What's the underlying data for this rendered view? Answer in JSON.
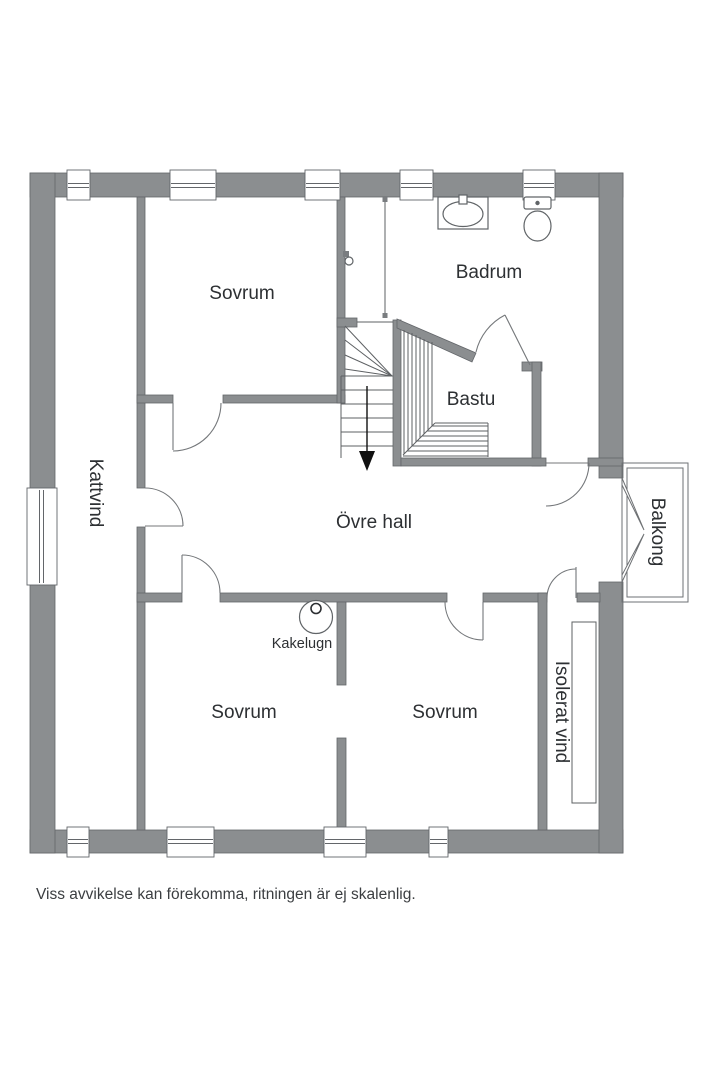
{
  "floor_plan": {
    "rooms": {
      "bedroom_top": "Sovrum",
      "bathroom": "Badrum",
      "sauna": "Bastu",
      "cat_attic": "Kattvind",
      "upper_hall": "Övre hall",
      "tiled_stove": "Kakelugn",
      "bedroom_bottom_left": "Sovrum",
      "bedroom_bottom_right": "Sovrum",
      "insulated_attic": "Isolerat vind",
      "balcony": "Balkong"
    },
    "disclaimer": "Viss avvikelse kan förekomma, ritningen är ej skalenlig.",
    "icons": {
      "sink": "sink-icon",
      "toilet": "toilet-icon",
      "stairs_direction": "down-arrow-icon",
      "tiled_stove": "stove-circle-icon"
    },
    "colors": {
      "wall": "#8b8e90",
      "wall_edge": "#63666a",
      "line": "#5d6063",
      "text": "#2d3033",
      "background": "#ffffff"
    }
  }
}
